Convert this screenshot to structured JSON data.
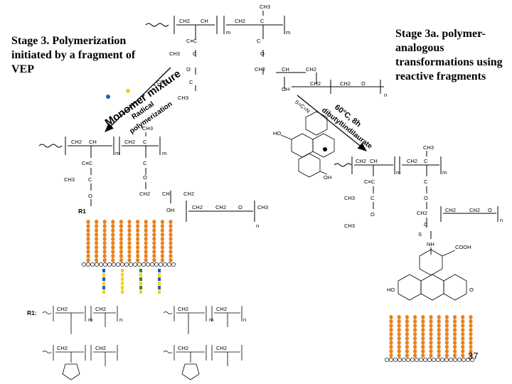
{
  "captions": {
    "stage3": "Stage 3. Polymerization initiated by a fragment of VEP",
    "stage3a": "Stage 3a. polymer-analogous transformations using reactive fragments"
  },
  "arrows": {
    "left_label_outer": "Monomer mixture",
    "left_label_inner_1": "Radical",
    "left_label_inner_2": "polymerization",
    "right_label_outer": "60°C, 8h",
    "right_label_inner": "dibutyltindilaurate",
    "right_reagent": "S=C=N"
  },
  "chem_text": {
    "ch3": "CH3",
    "ch2": "CH2",
    "ch": "CH",
    "c": "C",
    "o": "O",
    "oh": "OH",
    "m": "m",
    "n": "n",
    "ccdots": "C≡C",
    "r1": "R1",
    "r1_colon": "R1:",
    "nh": "NH",
    "s": "S",
    "cooh": "COOH",
    "ho": "HO"
  },
  "page_number": "37",
  "colors": {
    "brush": "#E8821E",
    "blue": "#1a5fc0",
    "yellow": "#f2d21b",
    "green": "#2a8a3a",
    "surface": "#555555"
  }
}
